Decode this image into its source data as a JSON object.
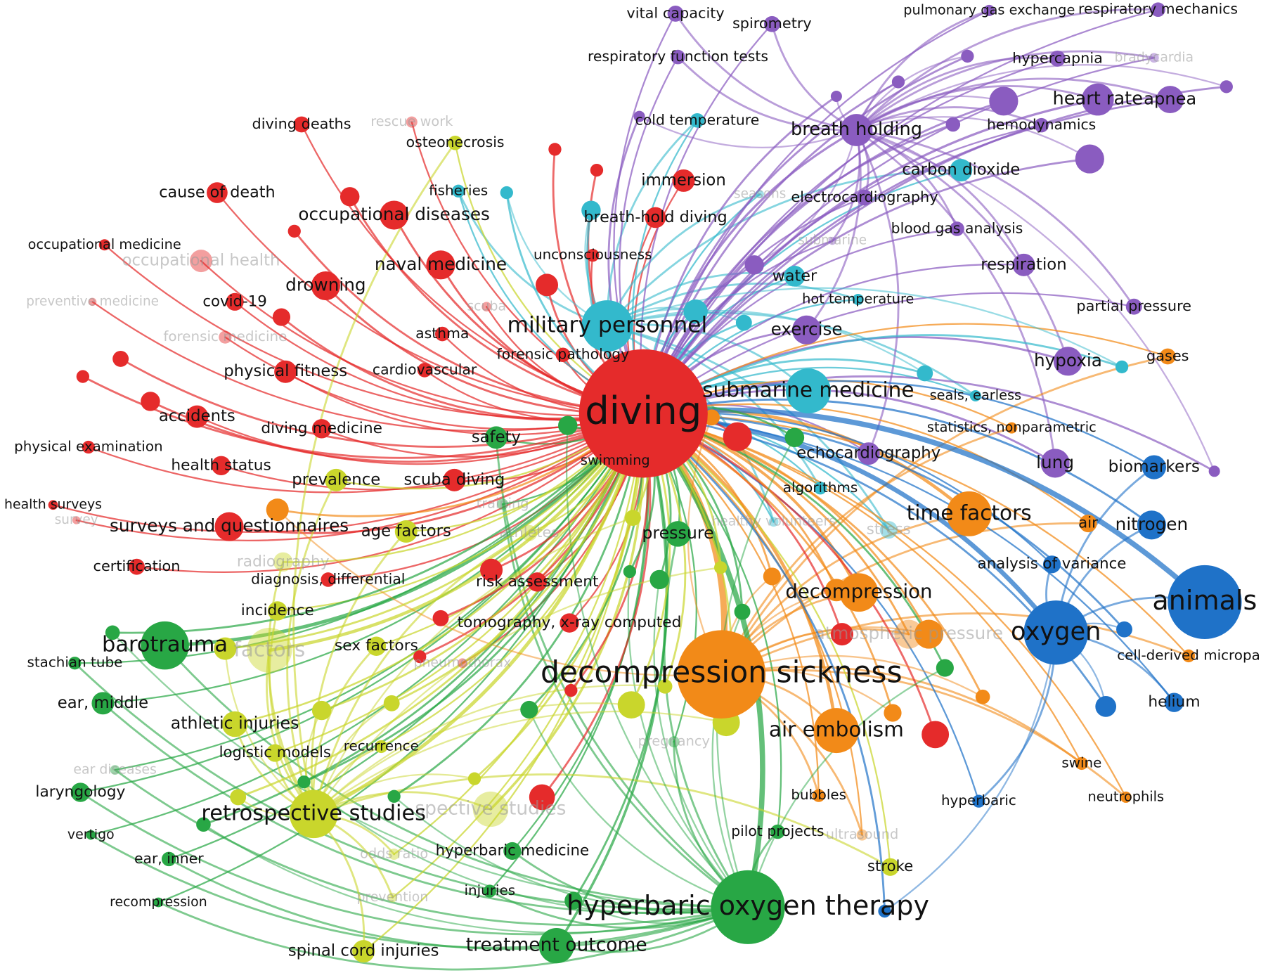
{
  "clusters": {
    "red": "#e52b2b",
    "green": "#28a745",
    "blue": "#1f72c8",
    "yellow": "#c9d62c",
    "purple": "#8a5cc0",
    "cyan": "#33b9cc",
    "orange": "#f28a18"
  },
  "nodes": [
    {
      "label": "diving",
      "cluster": "red",
      "weight": 80
    },
    {
      "label": "diving deaths",
      "cluster": "red",
      "weight": 10
    },
    {
      "label": "rescue work",
      "cluster": "red",
      "weight": 7
    },
    {
      "label": "cause of death",
      "cluster": "red",
      "weight": 13
    },
    {
      "label": "occupational diseases",
      "cluster": "red",
      "weight": 18
    },
    {
      "label": "occupational medicine",
      "cluster": "red",
      "weight": 7
    },
    {
      "label": "occupational health",
      "cluster": "red",
      "weight": 14
    },
    {
      "label": "naval medicine",
      "cluster": "red",
      "weight": 18
    },
    {
      "label": "drowning",
      "cluster": "red",
      "weight": 18
    },
    {
      "label": "covid-19",
      "cluster": "red",
      "weight": 11
    },
    {
      "label": "preventive medicine",
      "cluster": "red",
      "weight": 5
    },
    {
      "label": "forensic medicine",
      "cluster": "red",
      "weight": 8
    },
    {
      "label": "asthma",
      "cluster": "red",
      "weight": 9
    },
    {
      "label": "forensic pathology",
      "cluster": "red",
      "weight": 9
    },
    {
      "label": "physical fitness",
      "cluster": "red",
      "weight": 14
    },
    {
      "label": "cardiovascular",
      "cluster": "red",
      "weight": 9
    },
    {
      "label": "accidents",
      "cluster": "red",
      "weight": 14
    },
    {
      "label": "diving medicine",
      "cluster": "red",
      "weight": 12
    },
    {
      "label": "physical examination",
      "cluster": "red",
      "weight": 8
    },
    {
      "label": "health status",
      "cluster": "red",
      "weight": 12
    },
    {
      "label": "scuba diving",
      "cluster": "red",
      "weight": 14
    },
    {
      "label": "health surveys",
      "cluster": "red",
      "weight": 6
    },
    {
      "label": "survey",
      "cluster": "red",
      "weight": 5
    },
    {
      "label": "surveys and questionnaires",
      "cluster": "red",
      "weight": 18
    },
    {
      "label": "certification",
      "cluster": "red",
      "weight": 10
    },
    {
      "label": "diagnosis, differential",
      "cluster": "red",
      "weight": 9
    },
    {
      "label": "risk assessment",
      "cluster": "red",
      "weight": 12
    },
    {
      "label": "tomography, x-ray computed",
      "cluster": "red",
      "weight": 12
    },
    {
      "label": "immersion",
      "cluster": "red",
      "weight": 14
    },
    {
      "label": "breath-hold diving",
      "cluster": "red",
      "weight": 13
    },
    {
      "label": "unconsciousness",
      "cluster": "red",
      "weight": 8
    },
    {
      "label": "swimming",
      "cluster": "red",
      "weight": 7
    },
    {
      "label": "pneumothorax",
      "cluster": "red",
      "weight": 6
    },
    {
      "label": "scuba",
      "cluster": "red",
      "weight": 6
    },
    {
      "label": "military personnel",
      "cluster": "cyan",
      "weight": 32
    },
    {
      "label": "submarine medicine",
      "cluster": "cyan",
      "weight": 28
    },
    {
      "label": "fisheries",
      "cluster": "cyan",
      "weight": 8
    },
    {
      "label": "cold temperature",
      "cluster": "cyan",
      "weight": 9
    },
    {
      "label": "water",
      "cluster": "cyan",
      "weight": 13
    },
    {
      "label": "hot temperature",
      "cluster": "cyan",
      "weight": 7
    },
    {
      "label": "carbon dioxide",
      "cluster": "cyan",
      "weight": 14
    },
    {
      "label": "seasons",
      "cluster": "cyan",
      "weight": 5
    },
    {
      "label": "seals, earless",
      "cluster": "cyan",
      "weight": 7
    },
    {
      "label": "algorithms",
      "cluster": "cyan",
      "weight": 8
    },
    {
      "label": "stress",
      "cluster": "cyan",
      "weight": 11
    },
    {
      "label": "healthy volunteers",
      "cluster": "cyan",
      "weight": 6
    },
    {
      "label": "vital capacity",
      "cluster": "purple",
      "weight": 10
    },
    {
      "label": "spirometry",
      "cluster": "purple",
      "weight": 10
    },
    {
      "label": "respiratory function tests",
      "cluster": "purple",
      "weight": 9
    },
    {
      "label": "pulmonary gas exchange",
      "cluster": "purple",
      "weight": 7
    },
    {
      "label": "respiratory mechanics",
      "cluster": "purple",
      "weight": 9
    },
    {
      "label": "hypercapnia",
      "cluster": "purple",
      "weight": 10
    },
    {
      "label": "bradycardia",
      "cluster": "purple",
      "weight": 6
    },
    {
      "label": "heart rate",
      "cluster": "purple",
      "weight": 20
    },
    {
      "label": "apnea",
      "cluster": "purple",
      "weight": 17
    },
    {
      "label": "breath holding",
      "cluster": "purple",
      "weight": 20
    },
    {
      "label": "hemodynamics",
      "cluster": "purple",
      "weight": 9
    },
    {
      "label": "electrocardiography",
      "cluster": "purple",
      "weight": 10
    },
    {
      "label": "blood gas analysis",
      "cluster": "purple",
      "weight": 9
    },
    {
      "label": "respiration",
      "cluster": "purple",
      "weight": 14
    },
    {
      "label": "partial pressure",
      "cluster": "purple",
      "weight": 10
    },
    {
      "label": "exercise",
      "cluster": "purple",
      "weight": 18
    },
    {
      "label": "hypoxia",
      "cluster": "purple",
      "weight": 18
    },
    {
      "label": "echocardiography",
      "cluster": "purple",
      "weight": 14
    },
    {
      "label": "lung",
      "cluster": "purple",
      "weight": 18
    },
    {
      "label": "submarine",
      "cluster": "purple",
      "weight": 5
    },
    {
      "label": "time factors",
      "cluster": "orange",
      "weight": 28
    },
    {
      "label": "air",
      "cluster": "orange",
      "weight": 11
    },
    {
      "label": "gases",
      "cluster": "orange",
      "weight": 10
    },
    {
      "label": "statistics, nonparametric",
      "cluster": "orange",
      "weight": 7
    },
    {
      "label": "decompression",
      "cluster": "orange",
      "weight": 24
    },
    {
      "label": "atmospheric pressure",
      "cluster": "orange",
      "weight": 18
    },
    {
      "label": "decompression sickness",
      "cluster": "orange",
      "weight": 55
    },
    {
      "label": "air embolism",
      "cluster": "orange",
      "weight": 28
    },
    {
      "label": "bubbles",
      "cluster": "orange",
      "weight": 8
    },
    {
      "label": "ultrasound",
      "cluster": "orange",
      "weight": 7
    },
    {
      "label": "swine",
      "cluster": "orange",
      "weight": 8
    },
    {
      "label": "neutrophils",
      "cluster": "orange",
      "weight": 7
    },
    {
      "label": "cell-derived micropa",
      "cluster": "orange",
      "weight": 8
    },
    {
      "label": "animals",
      "cluster": "blue",
      "weight": 46
    },
    {
      "label": "oxygen",
      "cluster": "blue",
      "weight": 40
    },
    {
      "label": "nitrogen",
      "cluster": "blue",
      "weight": 18
    },
    {
      "label": "biomarkers",
      "cluster": "blue",
      "weight": 15
    },
    {
      "label": "analysis of variance",
      "cluster": "blue",
      "weight": 11
    },
    {
      "label": "helium",
      "cluster": "blue",
      "weight": 12
    },
    {
      "label": "hyperbaric",
      "cluster": "blue",
      "weight": 8
    },
    {
      "label": "barotrauma",
      "cluster": "green",
      "weight": 30
    },
    {
      "label": "stachian tube",
      "cluster": "green",
      "weight": 8
    },
    {
      "label": "ear, middle",
      "cluster": "green",
      "weight": 14
    },
    {
      "label": "laryngology",
      "cluster": "green",
      "weight": 12
    },
    {
      "label": "vertigo",
      "cluster": "green",
      "weight": 6
    },
    {
      "label": "ear, inner",
      "cluster": "green",
      "weight": 9
    },
    {
      "label": "recompression",
      "cluster": "green",
      "weight": 6
    },
    {
      "label": "ear diseases",
      "cluster": "green",
      "weight": 6
    },
    {
      "label": "safety",
      "cluster": "green",
      "weight": 14
    },
    {
      "label": "pressure",
      "cluster": "green",
      "weight": 16
    },
    {
      "label": "hyperbaric medicine",
      "cluster": "green",
      "weight": 11
    },
    {
      "label": "injuries",
      "cluster": "green",
      "weight": 8
    },
    {
      "label": "treatment outcome",
      "cluster": "green",
      "weight": 22
    },
    {
      "label": "hyperbaric oxygen therapy",
      "cluster": "green",
      "weight": 46
    },
    {
      "label": "pilot projects",
      "cluster": "green",
      "weight": 9
    },
    {
      "label": "pregnancy",
      "cluster": "green",
      "weight": 7
    },
    {
      "label": "training",
      "cluster": "green",
      "weight": 7
    },
    {
      "label": "osteonecrosis",
      "cluster": "yellow",
      "weight": 9
    },
    {
      "label": "prevalence",
      "cluster": "yellow",
      "weight": 14
    },
    {
      "label": "age factors",
      "cluster": "yellow",
      "weight": 14
    },
    {
      "label": "athletes",
      "cluster": "yellow",
      "weight": 10
    },
    {
      "label": "radiography",
      "cluster": "yellow",
      "weight": 12
    },
    {
      "label": "incidence",
      "cluster": "yellow",
      "weight": 12
    },
    {
      "label": "factors",
      "cluster": "yellow",
      "weight": 28
    },
    {
      "label": "sex factors",
      "cluster": "yellow",
      "weight": 12
    },
    {
      "label": "athletic injuries",
      "cluster": "yellow",
      "weight": 16
    },
    {
      "label": "logistic models",
      "cluster": "yellow",
      "weight": 11
    },
    {
      "label": "recurrence",
      "cluster": "yellow",
      "weight": 8
    },
    {
      "label": "retrospective studies",
      "cluster": "yellow",
      "weight": 30
    },
    {
      "label": "spective studies",
      "cluster": "yellow",
      "weight": 22
    },
    {
      "label": "odds ratio",
      "cluster": "yellow",
      "weight": 7
    },
    {
      "label": "spinal cord injuries",
      "cluster": "yellow",
      "weight": 14
    },
    {
      "label": "stroke",
      "cluster": "yellow",
      "weight": 11
    },
    {
      "label": "prevention",
      "cluster": "yellow",
      "weight": 6
    }
  ]
}
